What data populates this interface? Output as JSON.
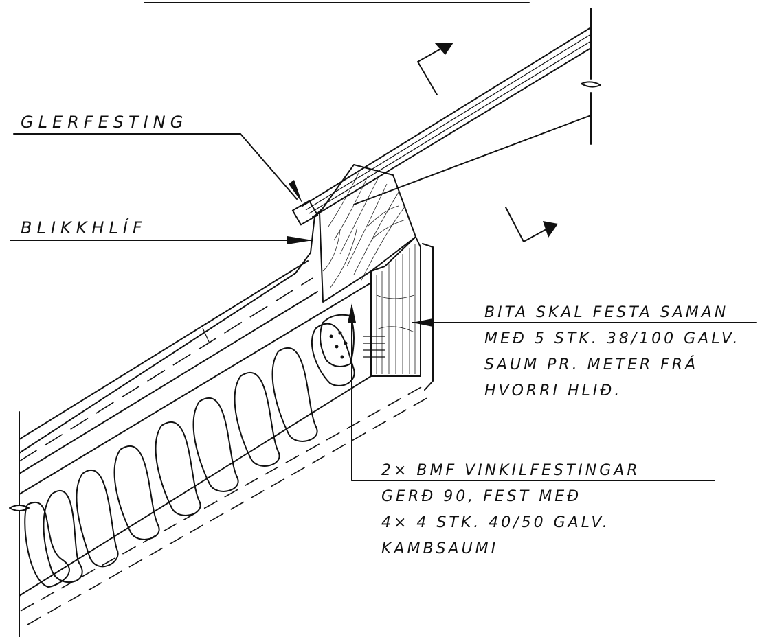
{
  "labels": {
    "glass_fixing": "GLERFESTING",
    "metal_cover": "BLIKKHLÍF",
    "beam_note": [
      "BITA SKAL FESTA SAMAN",
      "MEÐ 5 STK. 38/100 GALV.",
      "SAUM PR. METER FRÁ",
      "HVORRI HLIÐ."
    ],
    "bracket_note": [
      "2× BMF VINKILFESTINGAR",
      "GERÐ 90, FEST MEÐ",
      "4× 4 STK. 40/50 GALV.",
      "KAMBSAUMI"
    ]
  }
}
